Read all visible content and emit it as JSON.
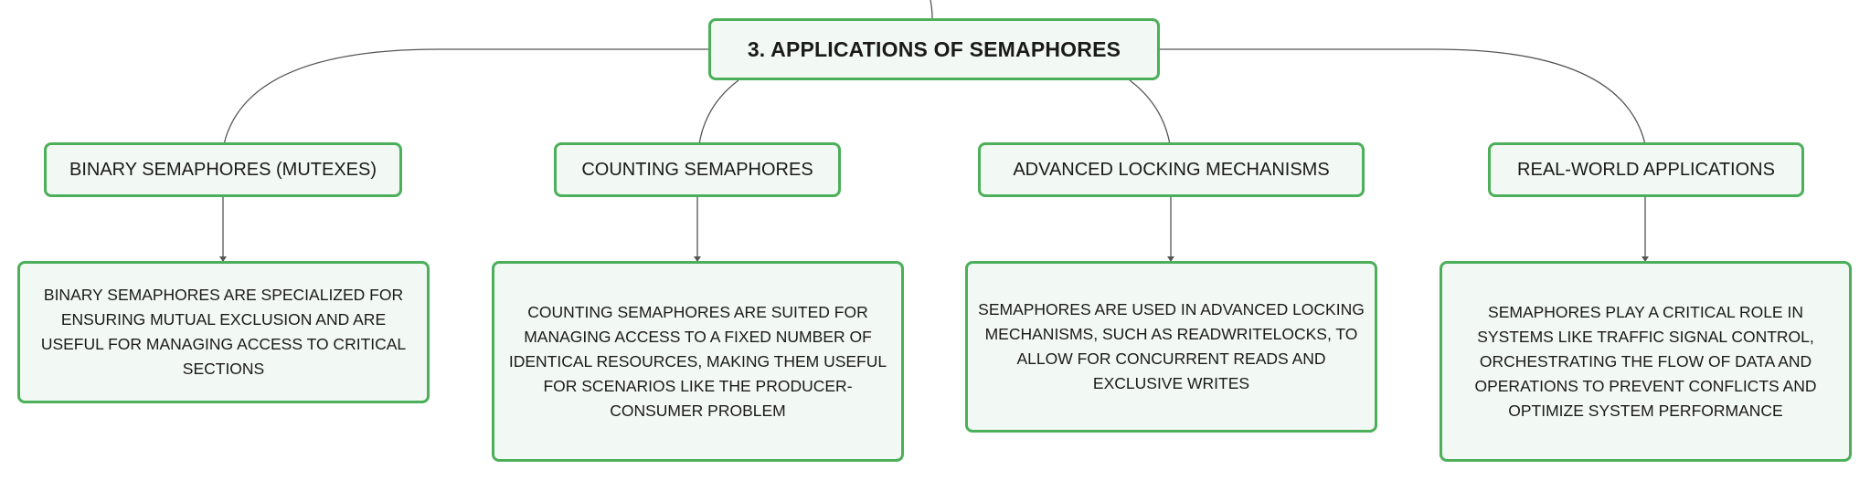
{
  "root": {
    "title": "3. APPLICATIONS OF SEMAPHORES"
  },
  "topics": [
    {
      "label": "BINARY SEMAPHORES (MUTEXES)",
      "detail": "BINARY SEMAPHORES ARE SPECIALIZED FOR ENSURING MUTUAL EXCLUSION AND ARE USEFUL FOR MANAGING ACCESS TO CRITICAL SECTIONS"
    },
    {
      "label": "COUNTING SEMAPHORES",
      "detail": "COUNTING SEMAPHORES ARE SUITED FOR MANAGING ACCESS TO A FIXED NUMBER OF IDENTICAL RESOURCES, MAKING THEM USEFUL FOR SCENARIOS LIKE THE PRODUCER-CONSUMER PROBLEM"
    },
    {
      "label": "ADVANCED LOCKING MECHANISMS",
      "detail": "SEMAPHORES ARE USED IN ADVANCED LOCKING MECHANISMS, SUCH AS READWRITELOCKS, TO ALLOW FOR CONCURRENT READS AND EXCLUSIVE WRITES"
    },
    {
      "label": "REAL-WORLD APPLICATIONS",
      "detail": "SEMAPHORES PLAY A CRITICAL ROLE IN SYSTEMS LIKE TRAFFIC SIGNAL CONTROL, ORCHESTRATING THE FLOW OF DATA AND OPERATIONS TO PREVENT CONFLICTS AND OPTIMIZE SYSTEM PERFORMANCE"
    }
  ],
  "colors": {
    "border": "#4caf5a",
    "fill": "#f2f8f3",
    "connector": "#555555"
  }
}
